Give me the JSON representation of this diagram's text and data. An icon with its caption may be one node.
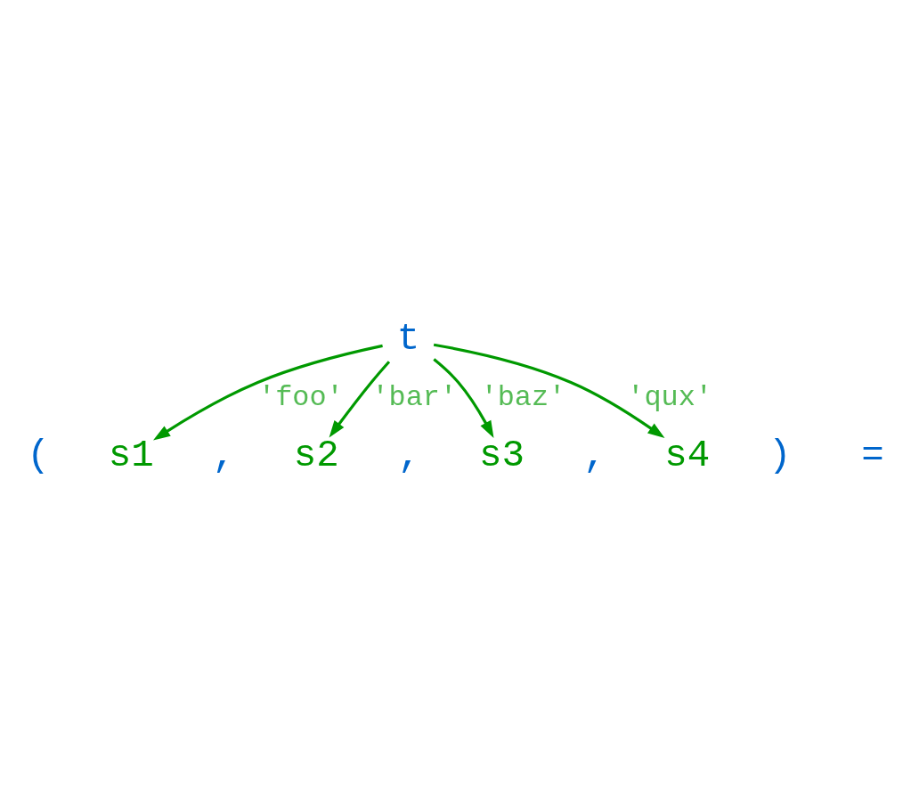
{
  "diagram": {
    "nodes": [
      {
        "text": [
          "s1"
        ]
      },
      {
        "text": [
          "s2"
        ]
      },
      {
        "text": [
          "s3"
        ]
      },
      {
        "text": [
          "s4"
        ]
      },
      {
        "text": [
          "t"
        ]
      }
    ],
    "edges": [
      {
        "from": 4,
        "to": 0,
        "arrow": "to",
        "label": "'foo'"
      },
      {
        "from": 4,
        "to": 1,
        "arrow": "to",
        "label": "'bar'"
      },
      {
        "from": 4,
        "to": 2,
        "arrow": "to",
        "label": "'baz'"
      },
      {
        "from": 4,
        "to": 3,
        "arrow": "to",
        "label": "'qux'"
      }
    ],
    "labels": [
      "(",
      ",",
      ",",
      ",",
      ")",
      "="
    ]
  }
}
